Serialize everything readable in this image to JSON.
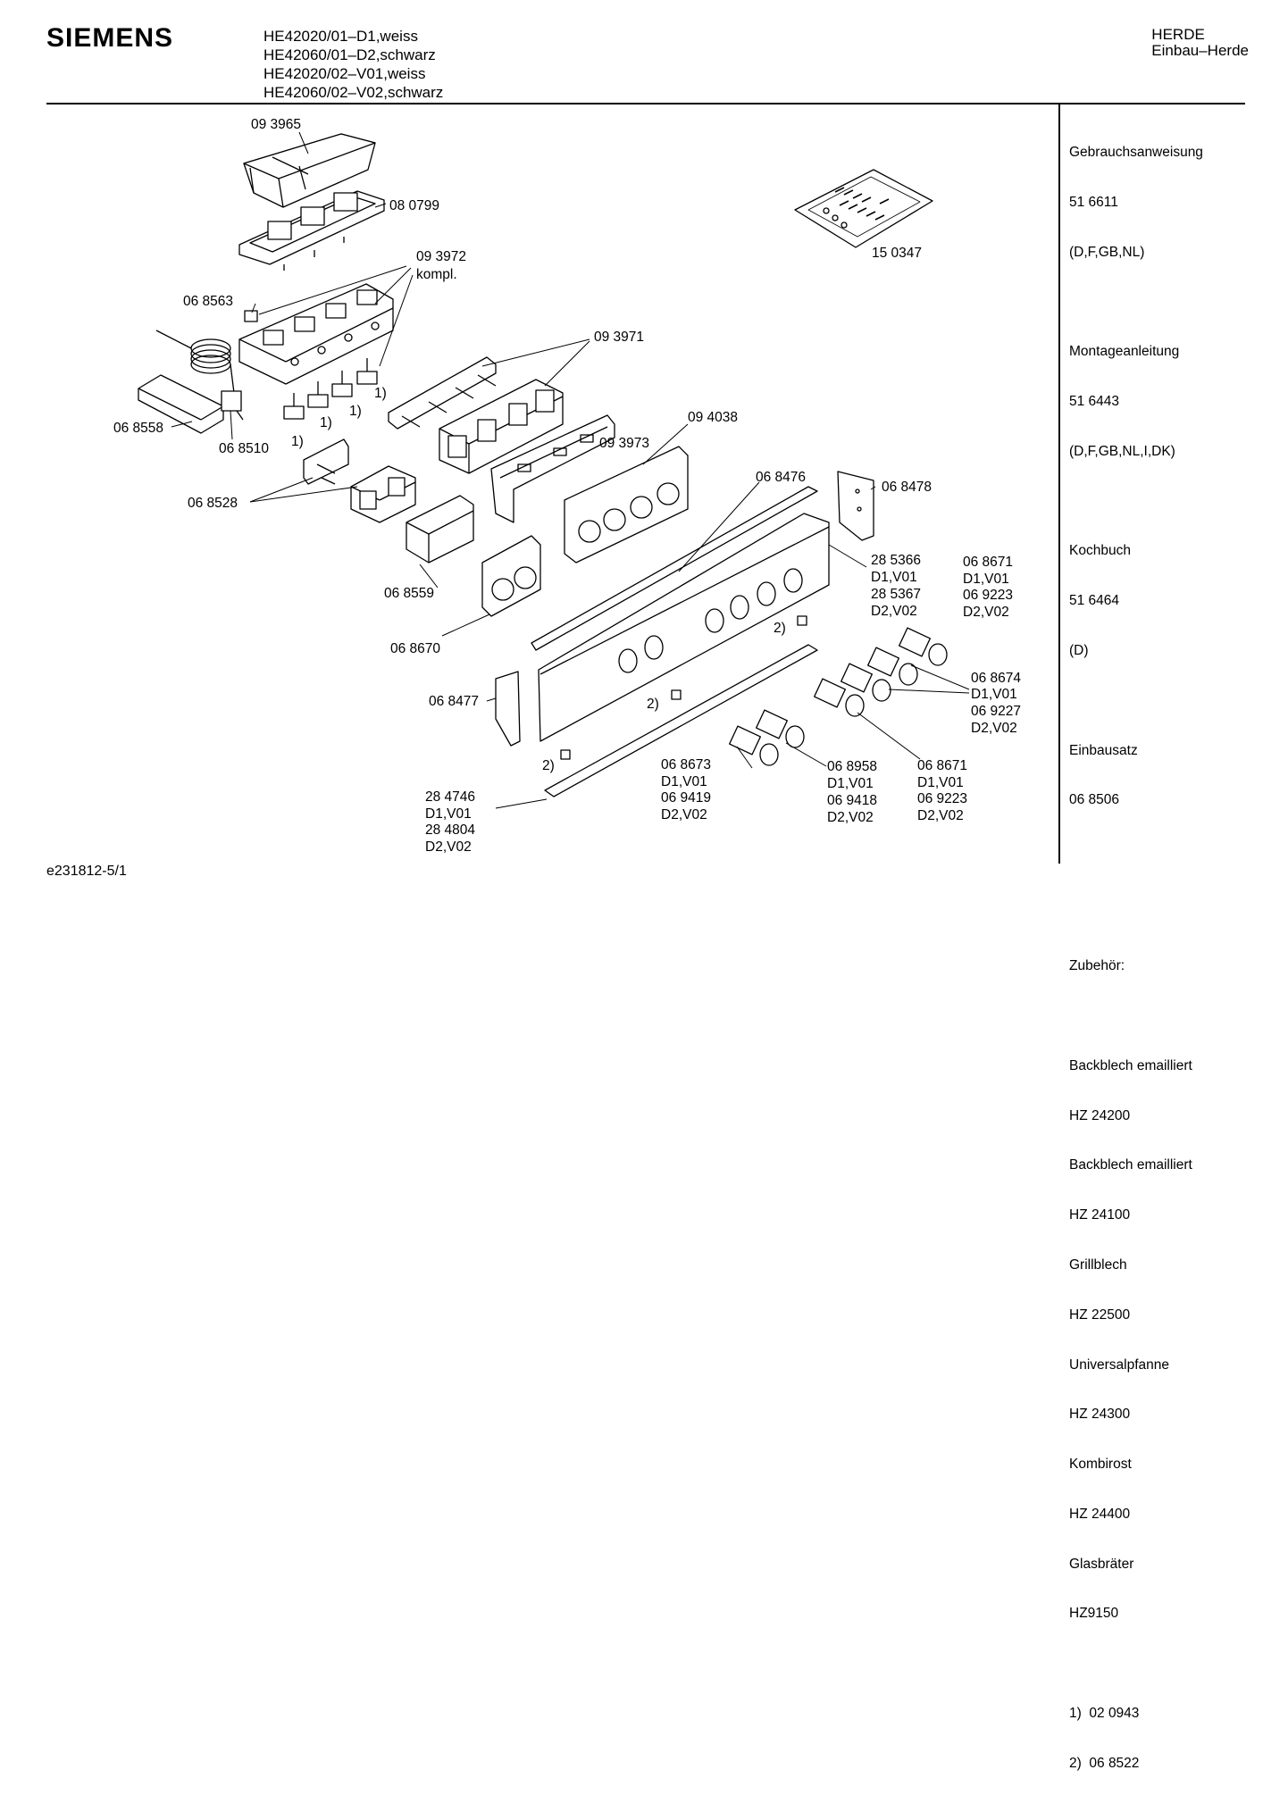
{
  "header": {
    "brand": "SIEMENS",
    "models": [
      "HE42020/01–D1,weiss",
      "HE42060/01–D2,schwarz",
      "HE42020/02–V01,weiss",
      "HE42060/02–V02,schwarz"
    ],
    "category": [
      "HERDE",
      "Einbau–Herde"
    ]
  },
  "sidebar": {
    "groups": [
      {
        "lines": [
          "Gebrauchsanweisung",
          "51 6611",
          "(D,F,GB,NL)"
        ]
      },
      {
        "lines": [
          "Montageanleitung",
          "51 6443",
          "(D,F,GB,NL,I,DK)"
        ]
      },
      {
        "lines": [
          "Kochbuch",
          "51 6464",
          "(D)"
        ]
      },
      {
        "lines": [
          "Einbausatz",
          "06 8506",
          "",
          ""
        ]
      },
      {
        "lines": [
          "Zubehör:"
        ]
      },
      {
        "lines": [
          "Backblech emailliert",
          "HZ 24200",
          "Backblech emailliert",
          "HZ 24100",
          "Grillblech",
          "HZ 22500",
          "Universalpfanne",
          "HZ 24300",
          "Kombirost",
          "HZ 24400",
          "Glasbräter",
          "HZ9150"
        ]
      },
      {
        "lines": [
          "1)  02 0943",
          "2)  06 8522"
        ]
      }
    ]
  },
  "parts": {
    "p093965": "09 3965",
    "p080799": "08 0799",
    "p093972": "09 3972",
    "kompl": "kompl.",
    "p068563": "06 8563",
    "p093971": "09 3971",
    "p150347": "15 0347",
    "p068558": "06 8558",
    "p068510": "06 8510",
    "fn1": "1)",
    "fn2": "2)",
    "p094038": "09 4038",
    "p093973": "09 3973",
    "p068528": "06 8528",
    "p068476": "06 8476",
    "p068478": "06 8478",
    "p285366": "28 5366",
    "p285367": "28 5367",
    "d1v01": "D1,V01",
    "d2v02": "D2,V02",
    "p068671": "06 8671",
    "p069223": "06 9223",
    "p068559": "06 8559",
    "p068670": "06 8670",
    "p068674": "06 8674",
    "p069227": "06 9227",
    "p068477": "06 8477",
    "p068673": "06 8673",
    "p069419": "06 9419",
    "p068958": "06 8958",
    "p069418": "06 9418",
    "p284746": "28 4746",
    "p284804": "28 4804"
  },
  "footer": {
    "doc_id": "e231812-5/1"
  }
}
